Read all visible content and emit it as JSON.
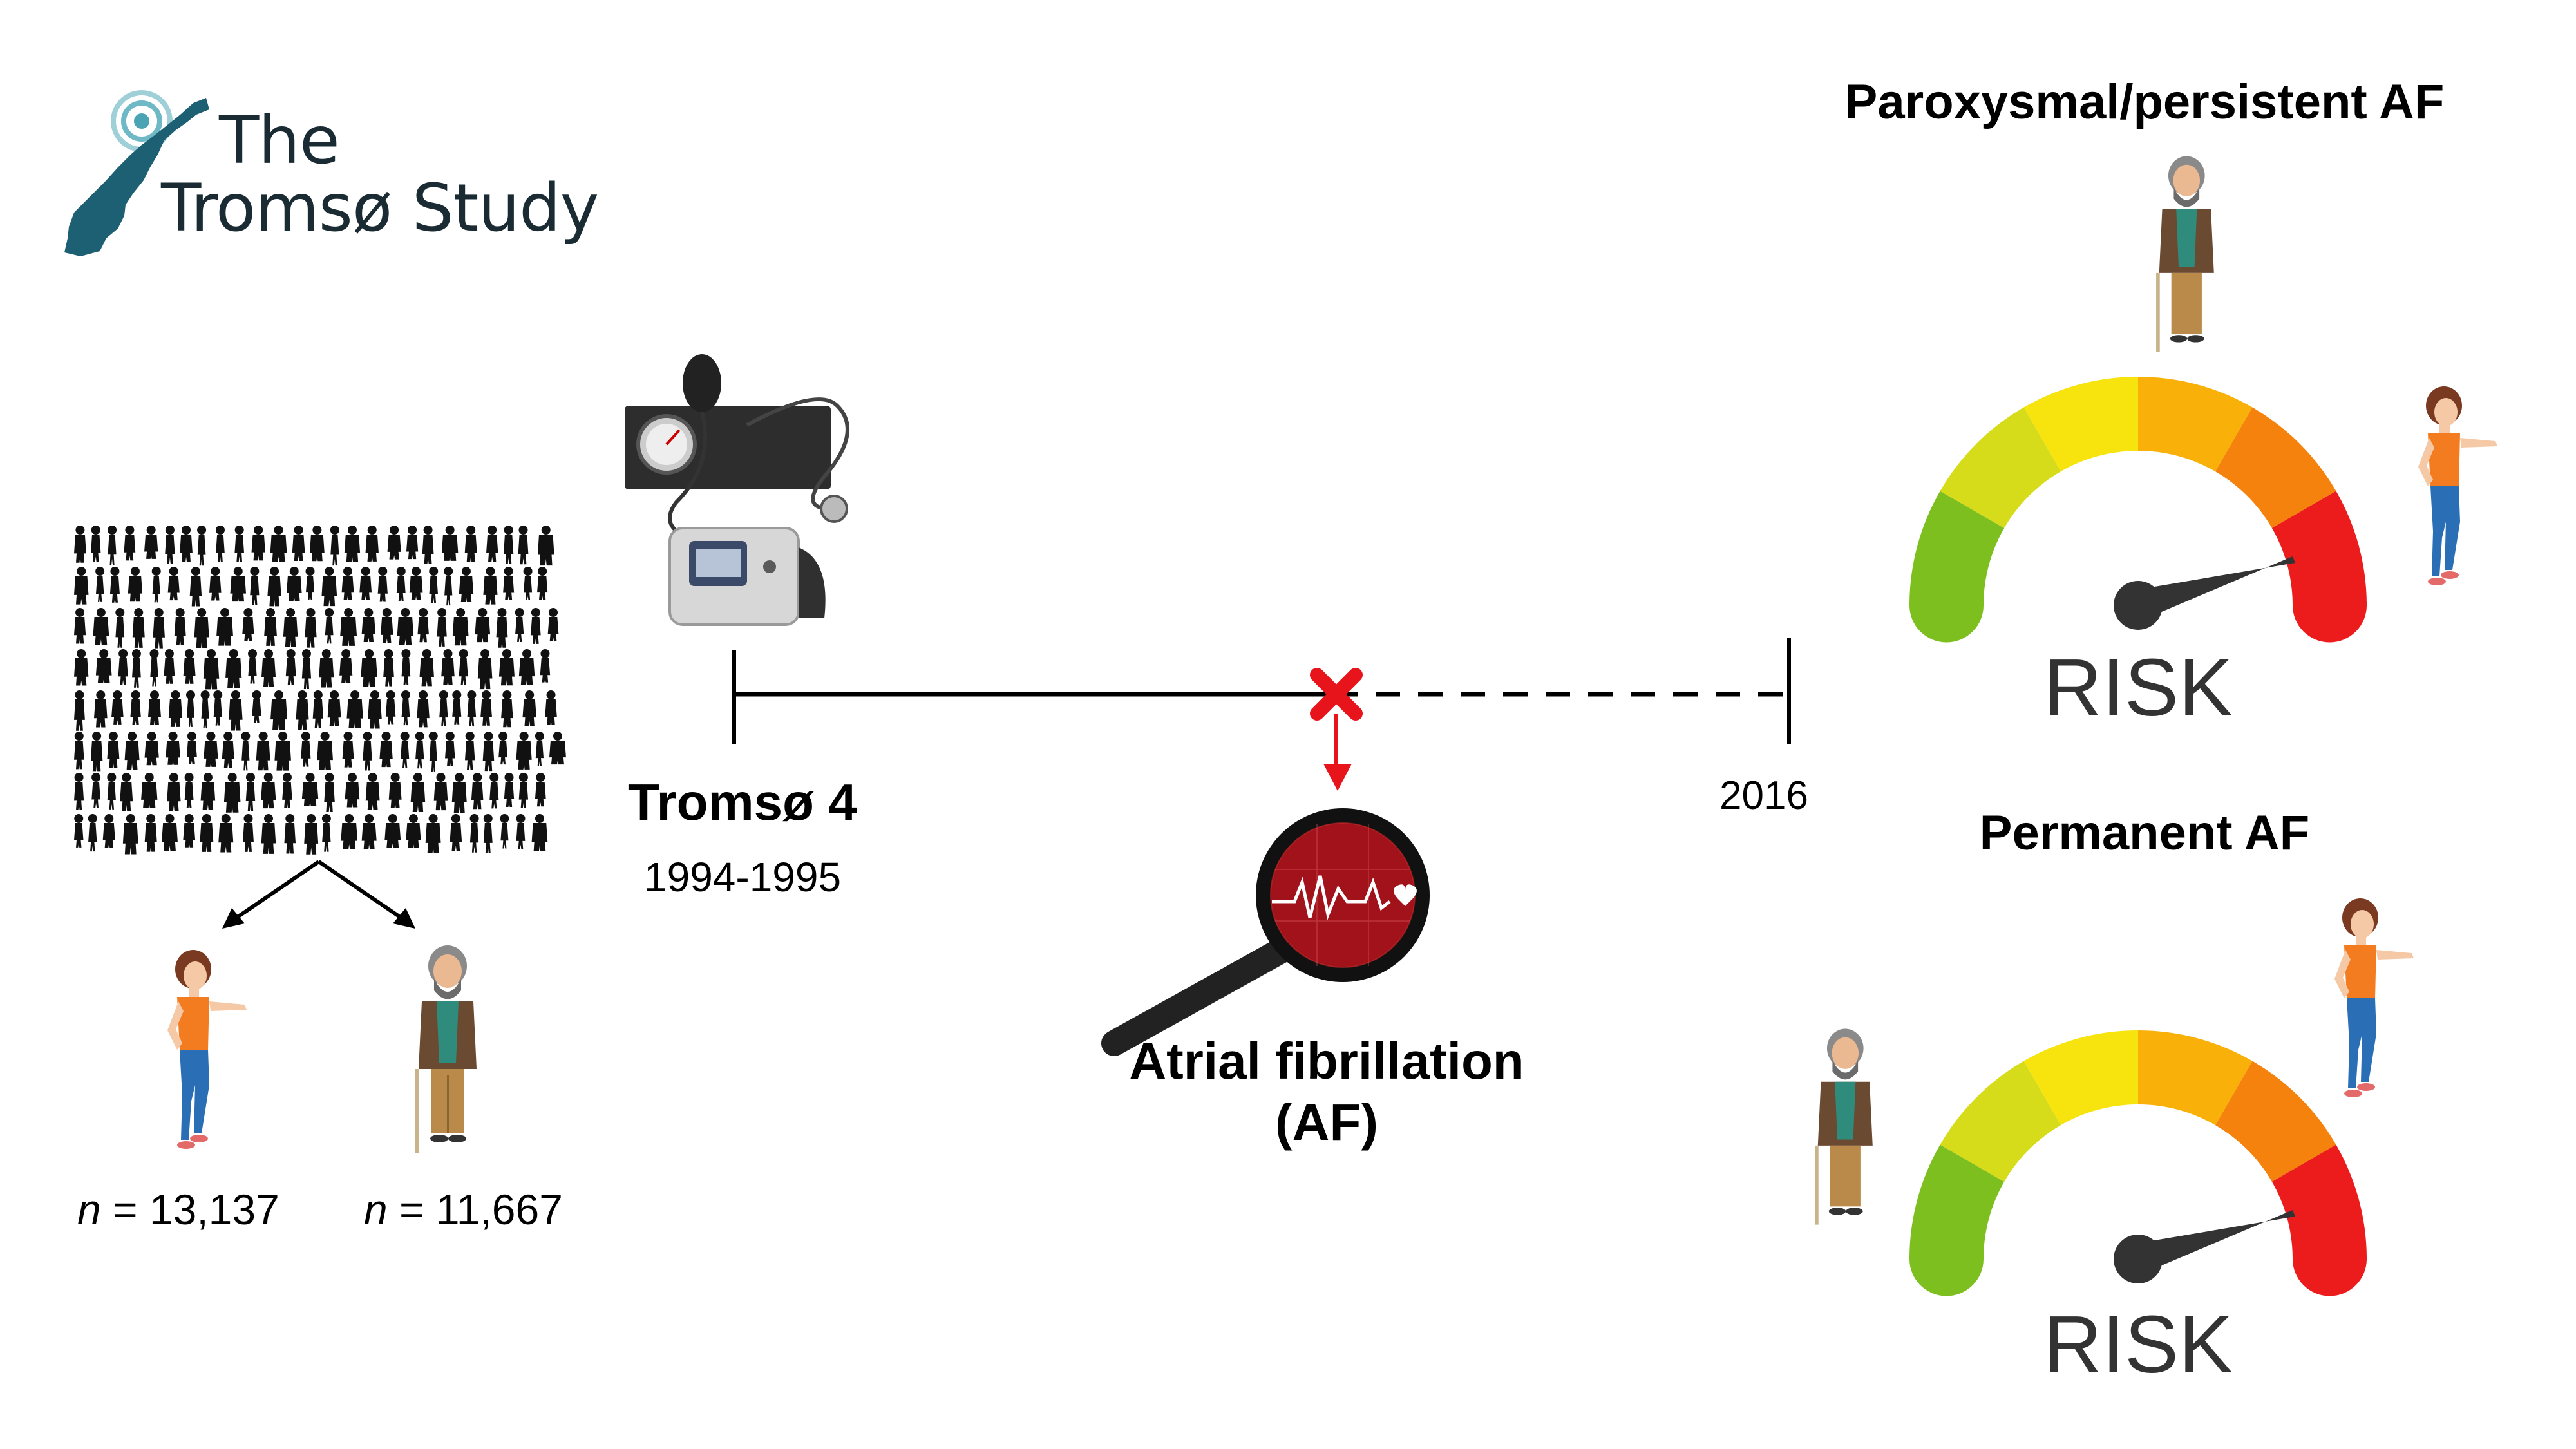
{
  "logo": {
    "line1": "The",
    "line2": "Tromsø Study"
  },
  "timeline": {
    "start_label": "Tromsø 4",
    "start_years": "1994-1995",
    "end_label": "2016"
  },
  "outcome": {
    "line1": "Atrial fibrillation",
    "line2": "(AF)"
  },
  "cohort": {
    "women": {
      "n_symbol": "n",
      "n_value": " = 13,137"
    },
    "men": {
      "n_symbol": "n",
      "n_value": " = 11,667"
    }
  },
  "panels": [
    {
      "title": "Paroxysmal/persistent AF",
      "gauge_label": "RISK"
    },
    {
      "title": "Permanent AF",
      "gauge_label": "RISK"
    }
  ],
  "colors": {
    "logo_teal": "#1d5f73",
    "marker_red": "#e8141b",
    "gauge": [
      "#7dbf1e",
      "#d6dc1a",
      "#f7e30d",
      "#f9b10a",
      "#f4820c",
      "#ec1c1c"
    ]
  }
}
